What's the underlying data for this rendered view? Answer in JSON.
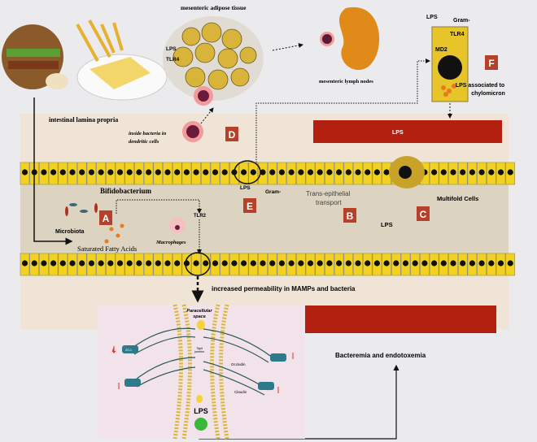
{
  "labels": {
    "adipose": "mesenteric adipose tissue",
    "lymph": "mesenteric lymph nodes",
    "lamina": "intestinal lamina propria",
    "dendritic_1": "inside bacteria in",
    "dendritic_2": "dendritic cells",
    "lps_top": "LPS",
    "gram_top": "Gram-",
    "tlr4_top": "TLR4",
    "md2": "MD2",
    "chylo_1": "LPS associated to",
    "chylo_2": "chylomicron",
    "adipose_lps": "LPS",
    "adipose_tlr4": "TLR4",
    "vessel_lps": "LPS",
    "bifido": "Bifidobacterium",
    "microbiota": "Microbiota",
    "sfa": "Saturated  Fatty Acids",
    "macrophages": "Macrophages",
    "tlr2": "TLR2",
    "lps_e": "LPS",
    "gram_e": "Gram-",
    "trans_1": "Trans-epithelial",
    "trans_2": "transport",
    "lps_b": "LPS",
    "multifold": "Multifold Cells",
    "permeability": "increased permeability in MAMPs and bacteria",
    "paracellular_1": "Paracellular",
    "paracellular_2": "space",
    "tight_1": "Tight",
    "tight_2": "junction",
    "occludin": "Occludin",
    "claudin": "Claudin",
    "zo1": "ZO-1",
    "lps_tj": "LPS",
    "bacteremia": "Bacteremia and endotoxemia"
  },
  "markers": [
    "A",
    "B",
    "C",
    "D",
    "E",
    "F"
  ],
  "colors": {
    "marker": "#b5412a",
    "cell": "#f2d21e",
    "vessel": "#b3200f",
    "panel": "#efe4d6",
    "band": "#dcd3c0"
  }
}
